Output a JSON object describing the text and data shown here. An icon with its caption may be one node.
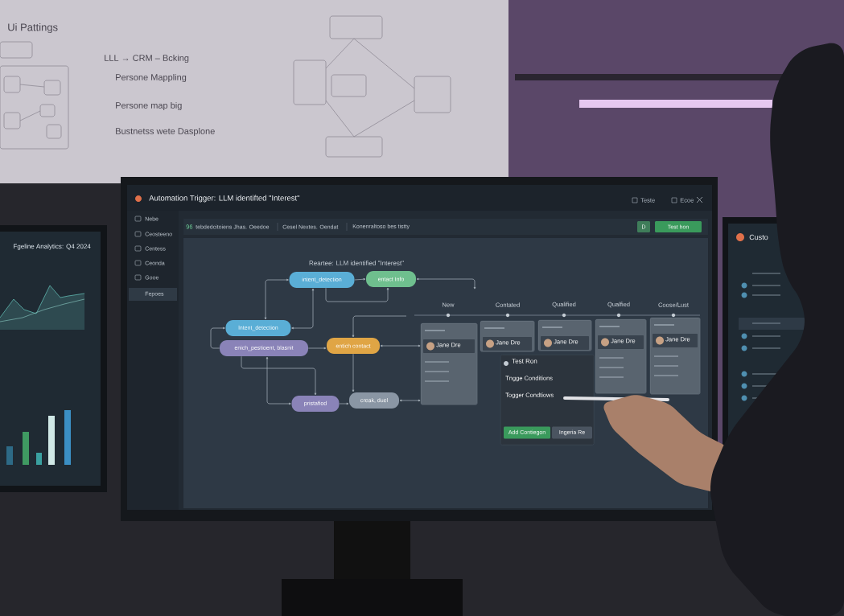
{
  "diagram": {
    "nodes": [
      {
        "text": [
          "intent_detection"
        ]
      },
      {
        "text": [
          "entact Info"
        ]
      },
      {
        "text": [
          "lntent_detection"
        ]
      },
      {
        "text": [
          "enich_pestioent, blasnit"
        ]
      },
      {
        "text": [
          "entich contact"
        ]
      },
      {
        "text": [
          "pristafiod"
        ]
      },
      {
        "text": [
          "creak, duel"
        ]
      },
      {
        "text": [
          "Jane Dre"
        ]
      },
      {
        "text": [
          "Jane Dre"
        ]
      },
      {
        "text": [
          "Jane Dre"
        ]
      },
      {
        "text": [
          "Jane Dre"
        ]
      },
      {
        "text": [
          "Jane Dre"
        ]
      },
      {
        "text": [
          "Test Ron",
          "Tngge Conditions",
          "Togger Condtiows"
        ]
      },
      {
        "text": [
          "Add Contiegon"
        ],
        "in": 12
      },
      {
        "text": [
          "Ingeria Re"
        ],
        "in": 12
      },
      {
        "text": [
          "D"
        ]
      },
      {
        "text": [
          "Test hon"
        ]
      }
    ],
    "edges": [
      {
        "from": 2,
        "to": 0,
        "arrow": "both"
      },
      {
        "from": 0,
        "to": 1,
        "arrow": "to"
      },
      {
        "from": 0,
        "to": 1,
        "arrow": "to"
      },
      {
        "from": 2,
        "to": 0,
        "arrow": "both"
      },
      {
        "from": 3,
        "to": 2,
        "arrow": "to"
      },
      {
        "from": 3,
        "to": 4,
        "arrow": "to"
      },
      {
        "from": 4,
        "to": 7,
        "arrow": "both"
      },
      {
        "from": null,
        "to": 4,
        "arrow": "to"
      },
      {
        "from": 3,
        "to": 5,
        "arrow": "to"
      },
      {
        "from": 3,
        "to": 5,
        "arrow": "both"
      },
      {
        "from": 5,
        "to": 6,
        "arrow": "to"
      },
      {
        "from": 4,
        "to": 6,
        "arrow": "to"
      },
      {
        "from": 6,
        "to": 7,
        "arrow": "both"
      },
      {
        "from": 1,
        "to": null,
        "arrow": "both"
      }
    ],
    "labels": [
      "Ui Pattings",
      "LLL → CRM – Bcking",
      "Persone Mappling",
      "Persone map big",
      "Bustnetss wete Dasplone",
      "Fgeline Analytics: Q4 2024",
      "Automation Trigger: LLM identifted \"Interest\"",
      "Teste",
      "Ecoe",
      "Nebe",
      "Ceosteeno",
      "Centess",
      "Ceonda",
      "Gooe",
      "Fepoes",
      "96",
      "tebdedcitoiens Jhas. Oeedoe",
      "Cesel Nextes. Oendat",
      "Konenraltoso bes tistty",
      "Reartee: LLM identified \"Interest\"",
      "New",
      "Contated",
      "Qualified",
      "Qualfied",
      "Coose/Lust",
      "Custo"
    ]
  }
}
